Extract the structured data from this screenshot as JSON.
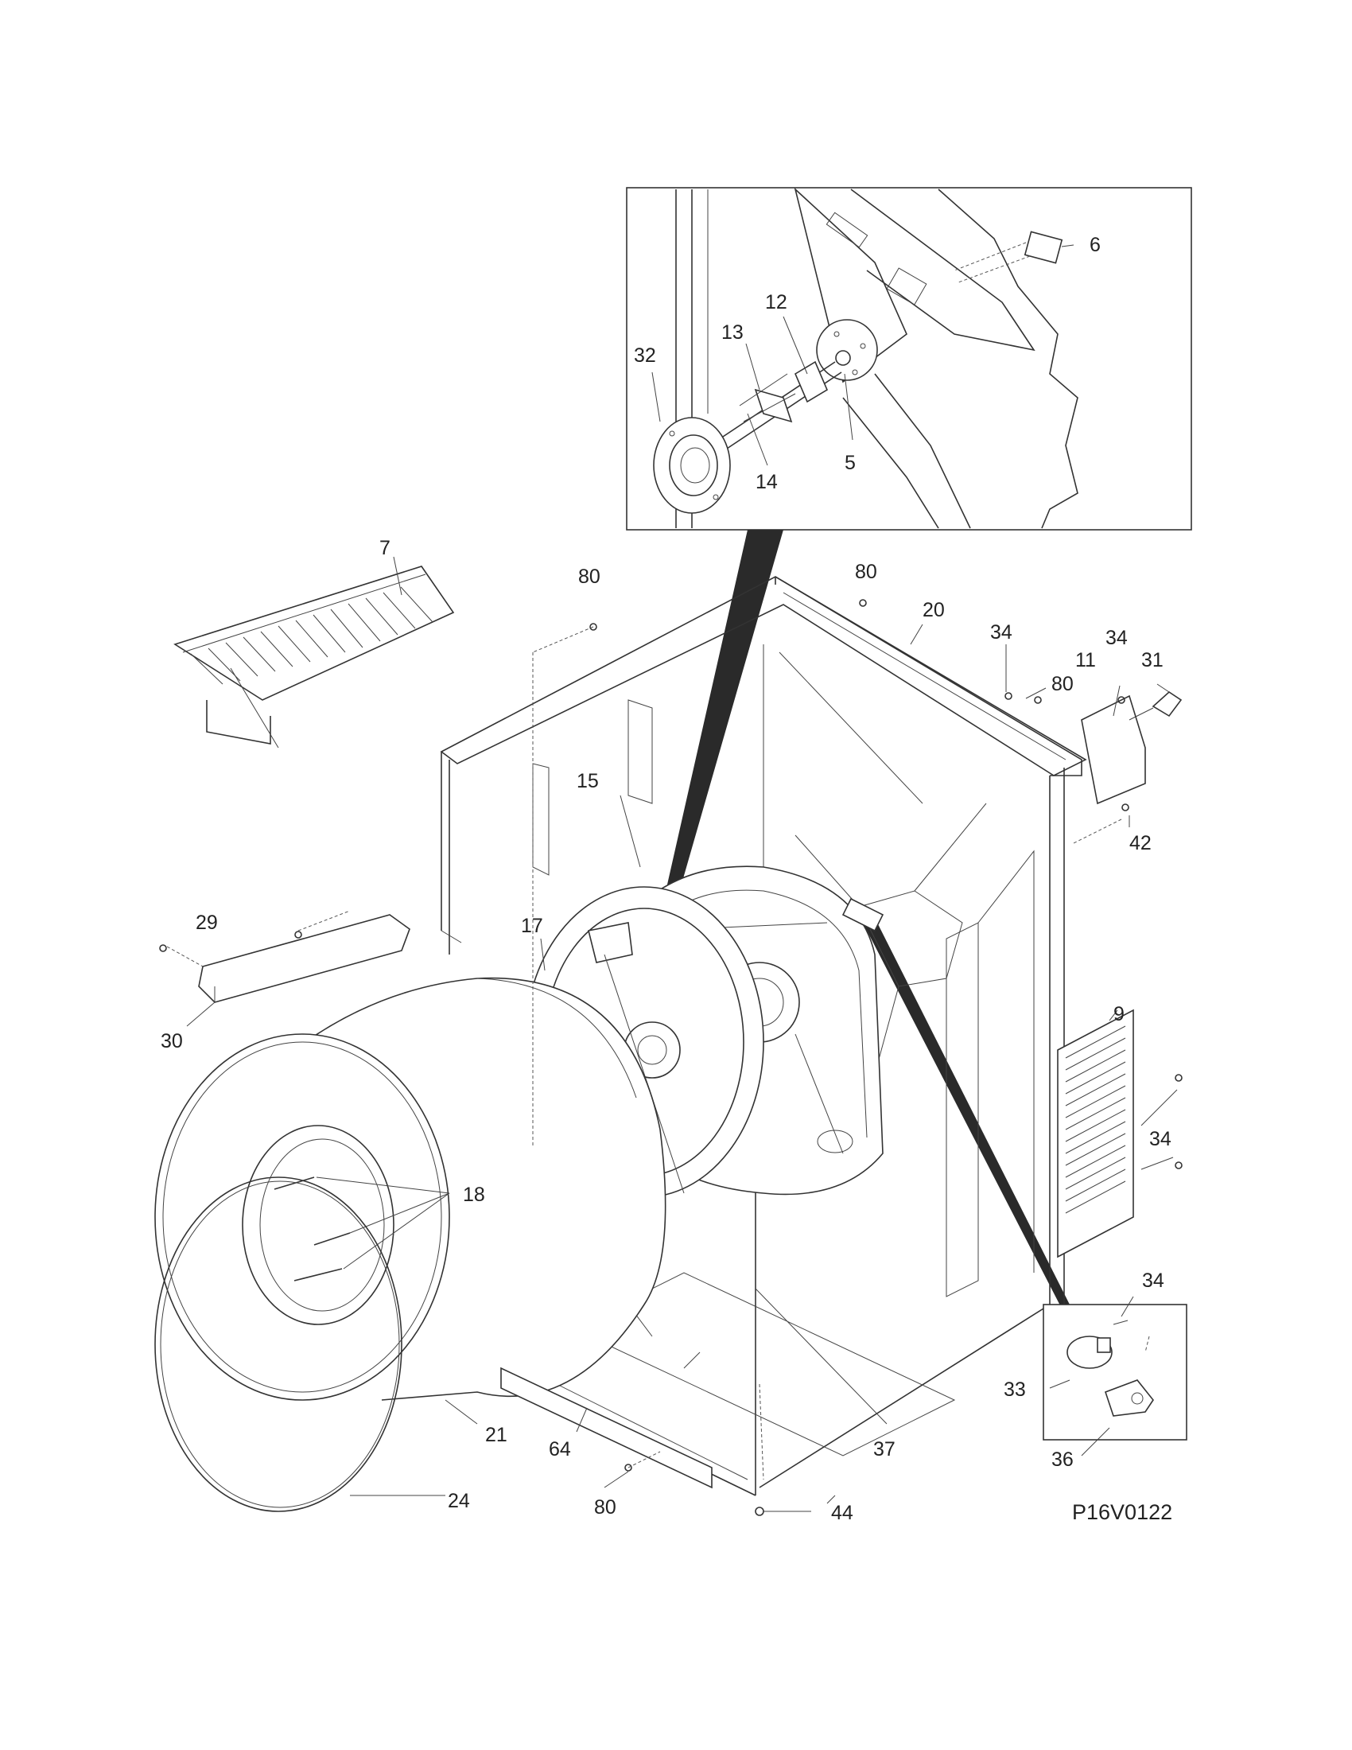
{
  "diagram": {
    "callouts": {
      "p5": "5",
      "p6": "6",
      "p7": "7",
      "p9": "9",
      "p11": "11",
      "p12": "12",
      "p13": "13",
      "p14": "14",
      "p15": "15",
      "p17": "17",
      "p18": "18",
      "p20": "20",
      "p21": "21",
      "p24": "24",
      "p29": "29",
      "p30": "30",
      "p31": "31",
      "p32": "32",
      "p33": "33",
      "p34a": "34",
      "p34b": "34",
      "p34c": "34",
      "p34d": "34",
      "p36": "36",
      "p37": "37",
      "p42": "42",
      "p44": "44",
      "p64": "64",
      "p80a": "80",
      "p80b": "80",
      "p80c": "80",
      "p80d": "80"
    },
    "drawing_code": "P16V0122"
  }
}
